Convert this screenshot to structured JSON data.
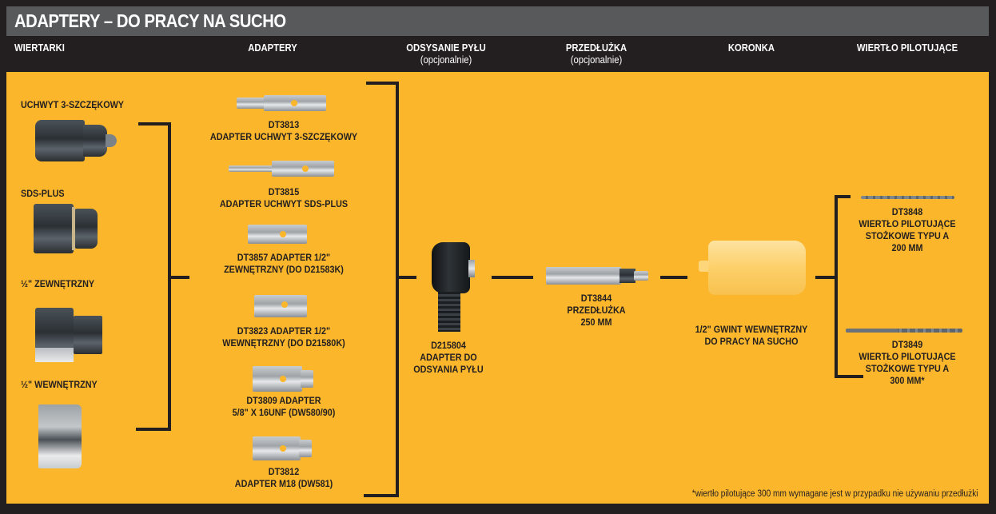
{
  "title": "ADAPTERY – DO PRACY NA SUCHO",
  "columns": {
    "drills": {
      "label": "WIERTARKI"
    },
    "adapters": {
      "label": "ADAPTERY"
    },
    "dust": {
      "label": "ODSYSANIE PYŁU",
      "sub": "(opcjonalnie)"
    },
    "extension": {
      "label": "PRZEDŁUŻKA",
      "sub": "(opcjonalnie)"
    },
    "core": {
      "label": "KORONKA"
    },
    "pilot": {
      "label": "WIERTŁO PILOTUJĄCE"
    }
  },
  "drills": [
    {
      "label": "UCHWYT 3-SZCZĘKOWY",
      "icon": "keyless-chuck-icon"
    },
    {
      "label": "SDS-PLUS",
      "icon": "sds-plus-chuck-icon"
    },
    {
      "label": "½\" ZEWNĘTRZNY",
      "icon": "male-thread-icon"
    },
    {
      "label": "½\" WEWNĘTRZNY",
      "icon": "female-thread-icon"
    }
  ],
  "adapters": [
    {
      "line1": "DT3813",
      "line2": "ADAPTER UCHWYT 3-SZCZĘKOWY"
    },
    {
      "line1": "DT3815",
      "line2": "ADAPTER UCHWYT SDS-PLUS"
    },
    {
      "line1": "DT3857 ADAPTER 1/2\"",
      "line2": "ZEWNĘTRZNY (DO D21583K)"
    },
    {
      "line1": "DT3823 ADAPTER 1/2\"",
      "line2": "WEWNĘTRZNY (DO D21580K)"
    },
    {
      "line1": "DT3809 ADAPTER",
      "line2": "5/8\" X 16UNF (DW580/90)"
    },
    {
      "line1": "DT3812",
      "line2": "ADAPTER M18 (DW581)"
    }
  ],
  "dust": {
    "line1": "D215804",
    "line2": "ADAPTER DO",
    "line3": "ODSYANIA PYŁU"
  },
  "extension": {
    "line1": "DT3844",
    "line2": "PRZEDŁUŻKA",
    "line3": "250 MM"
  },
  "core": {
    "line1": "1/2\" GWINT WEWNĘTRZNY",
    "line2": "DO PRACY NA SUCHO"
  },
  "pilots": [
    {
      "line1": "DT3848",
      "line2": "WIERTŁO PILOTUJĄCE",
      "line3": "STOŻKOWE TYPU A",
      "line4": "200 MM"
    },
    {
      "line1": "DT3849",
      "line2": "WIERTŁO PILOTUJĄCE",
      "line3": "STOŻKOWE TYPU A",
      "line4": "300 MM*"
    }
  ],
  "footnote": "*wiertło pilotujące 300 mm wymagane jest w przypadku nie używaniu przedłużki",
  "colors": {
    "panel": "#fbb62b",
    "frame": "#231f20",
    "title_bar": "#58595b",
    "core_bit": "#fdd57a"
  }
}
